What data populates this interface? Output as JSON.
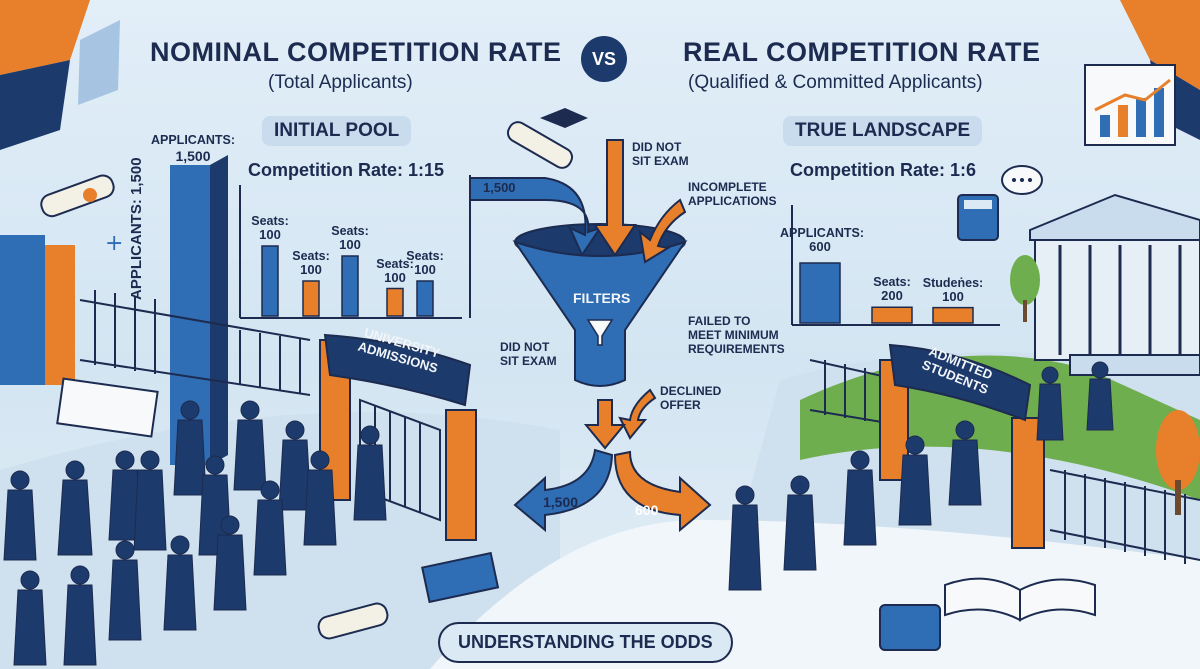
{
  "header": {
    "left_title": "NOMINAL COMPETITION RATE",
    "left_subtitle": "(Total Applicants)",
    "vs": "VS",
    "right_title": "REAL COMPETITION RATE",
    "right_subtitle": "(Qualified & Committed Applicants)"
  },
  "left_panel": {
    "pill": "INITIAL POOL",
    "rate": "Competition Rate: 1:15",
    "applicants_top": "APPLICANTS:",
    "applicants_top_value": "1,500",
    "applicants_vertical": "APPLICANTS: 1,500",
    "gate_sign_line1": "UNIVERSITY",
    "gate_sign_line2": "ADMISSIONS"
  },
  "funnel": {
    "label": "FILTERS",
    "inflow_value": "1,500",
    "out_left_value": "1,500",
    "out_right_value": "600",
    "filters": [
      {
        "line1": "DID NOT",
        "line2": "SIT EXAM",
        "line3": ""
      },
      {
        "line1": "INCOMPLETE",
        "line2": "APPLICATIONS",
        "line3": ""
      },
      {
        "line1": "FAILED TO",
        "line2": "MEET MINIMUM",
        "line3": "REQUIREMENTS"
      },
      {
        "line1": "DID NOT",
        "line2": "SIT EXAM",
        "line3": ""
      },
      {
        "line1": "DECLINED",
        "line2": "OFFER",
        "line3": ""
      }
    ]
  },
  "right_panel": {
    "pill": "TRUE LANDSCAPE",
    "rate": "Competition Rate: 1:6",
    "gate_sign_line1": "ADMITTED",
    "gate_sign_line2": "STUDENTS"
  },
  "footer": {
    "banner": "UNDERSTANDING THE ODDS"
  },
  "colors": {
    "navy": "#1c3a6b",
    "blue": "#2f6db5",
    "orange": "#e8802b",
    "bg": "#d7e8f4"
  },
  "chart_data": [
    {
      "type": "bar",
      "categories": [
        "Seats",
        "Seats",
        "Seats",
        "Seats",
        "Seats"
      ],
      "bar_labels": [
        {
          "line1": "Seats:",
          "line2": "100"
        },
        {
          "line1": "Seats:",
          "line2": "100"
        },
        {
          "line1": "Seats:",
          "line2": "100"
        },
        {
          "line1": "Seats:",
          "line2": "100"
        },
        {
          "line1": "Seats:",
          "line2": "100"
        }
      ],
      "values": [
        100,
        100,
        100,
        100,
        100
      ],
      "bar_colors": [
        "#2f6db5",
        "#e8802b",
        "#2f6db5",
        "#e8802b",
        "#2f6db5"
      ]
    },
    {
      "type": "bar",
      "bar_labels": [
        {
          "line1": "APPLICANTS:",
          "line2": "600"
        },
        {
          "line1": "Seats:",
          "line2": "200"
        },
        {
          "line1": "Studeṅes:",
          "line2": "100"
        }
      ],
      "values": [
        600,
        200,
        100
      ],
      "bar_colors": [
        "#2f6db5",
        "#e8802b",
        "#e8802b"
      ]
    }
  ]
}
